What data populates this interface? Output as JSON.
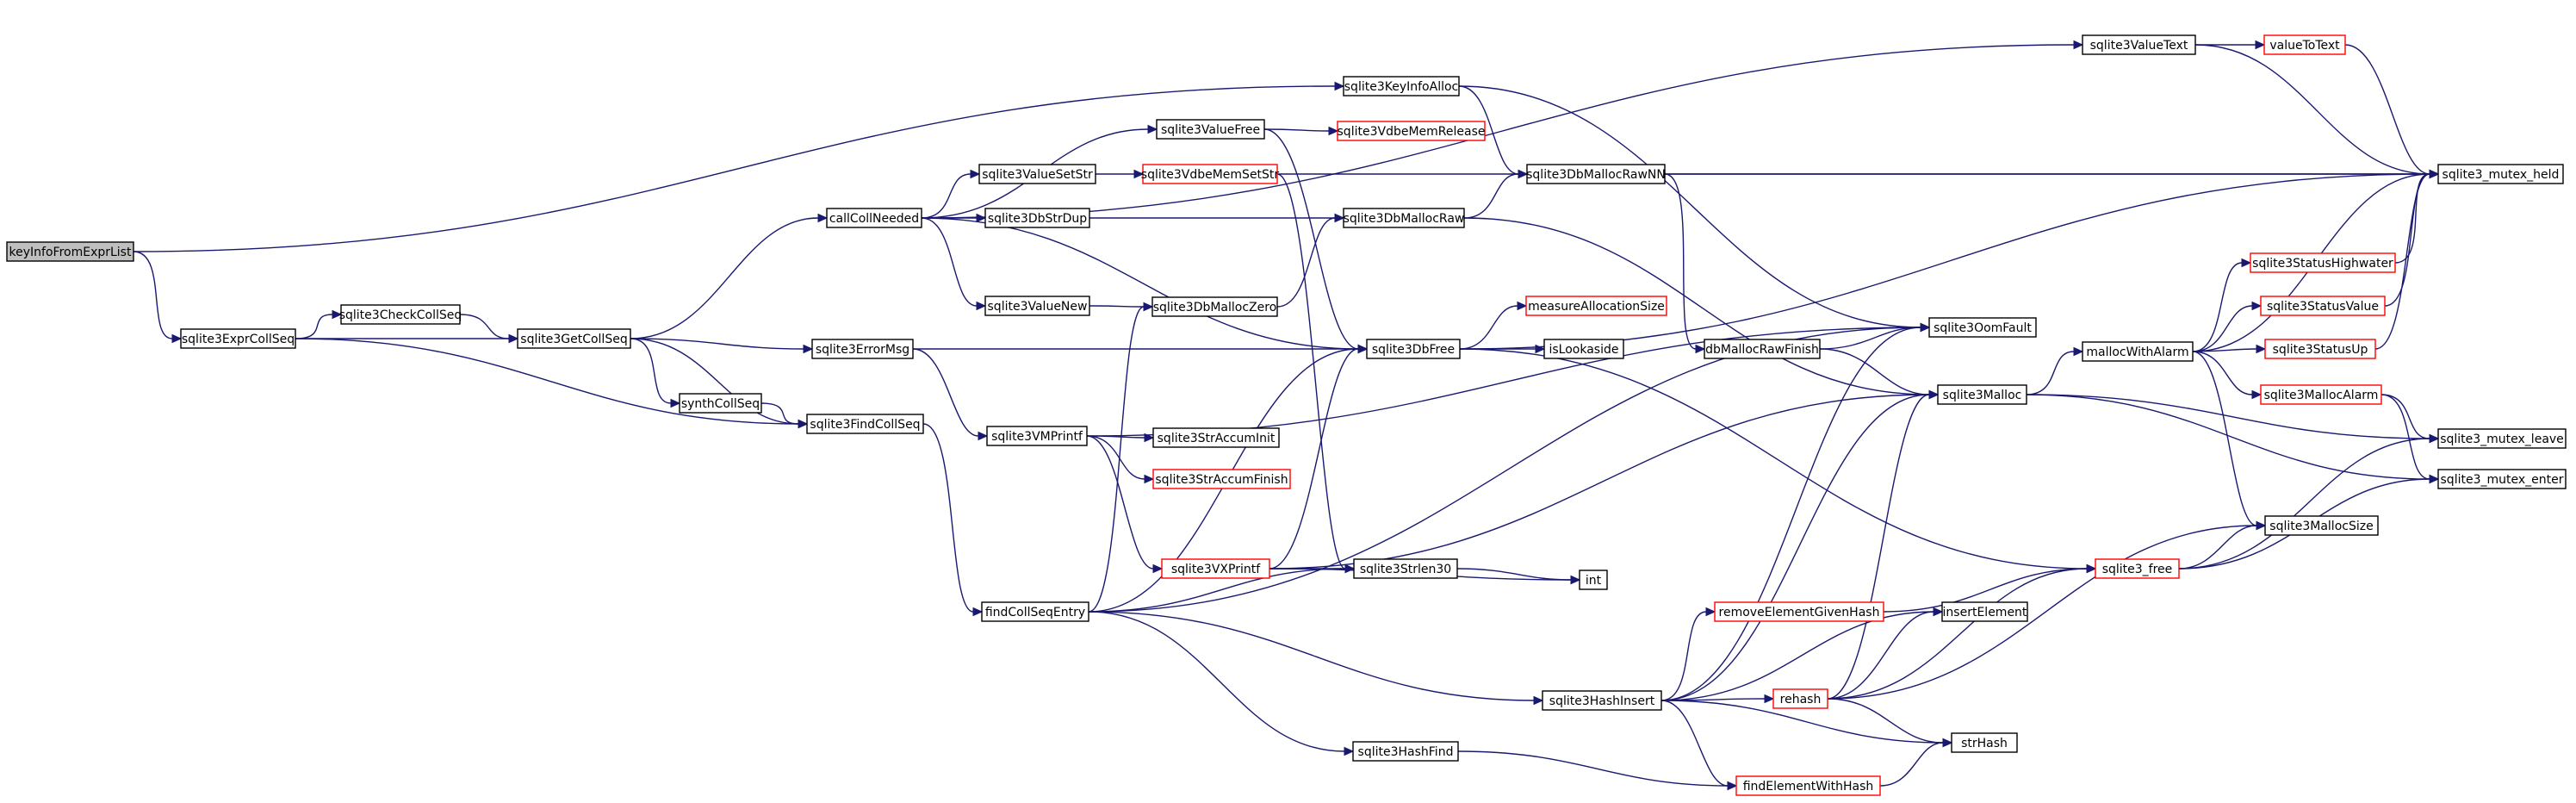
{
  "colors": {
    "edge": "#191970",
    "node_border": "#000000",
    "node_border_truncated": "#ff0000",
    "node_fill": "#ffffff",
    "root_fill": "#bfbfbf"
  },
  "nodes": [
    {
      "id": "keyInfoFromExprList",
      "label": "keyInfoFromExprList",
      "style": "root"
    },
    {
      "id": "sqlite3ExprCollSeq",
      "label": "sqlite3ExprCollSeq",
      "style": "normal"
    },
    {
      "id": "sqlite3KeyInfoAlloc",
      "label": "sqlite3KeyInfoAlloc",
      "style": "normal"
    },
    {
      "id": "sqlite3CheckCollSeq",
      "label": "sqlite3CheckCollSeq",
      "style": "normal"
    },
    {
      "id": "sqlite3GetCollSeq",
      "label": "sqlite3GetCollSeq",
      "style": "normal"
    },
    {
      "id": "sqlite3FindCollSeq",
      "label": "sqlite3FindCollSeq",
      "style": "normal"
    },
    {
      "id": "callCollNeeded",
      "label": "callCollNeeded",
      "style": "normal"
    },
    {
      "id": "synthCollSeq",
      "label": "synthCollSeq",
      "style": "normal"
    },
    {
      "id": "sqlite3ErrorMsg",
      "label": "sqlite3ErrorMsg",
      "style": "normal"
    },
    {
      "id": "findCollSeqEntry",
      "label": "findCollSeqEntry",
      "style": "normal"
    },
    {
      "id": "sqlite3ValueFree",
      "label": "sqlite3ValueFree",
      "style": "normal"
    },
    {
      "id": "sqlite3ValueSetStr",
      "label": "sqlite3ValueSetStr",
      "style": "normal"
    },
    {
      "id": "sqlite3DbStrDup",
      "label": "sqlite3DbStrDup",
      "style": "normal"
    },
    {
      "id": "sqlite3ValueNew",
      "label": "sqlite3ValueNew",
      "style": "normal"
    },
    {
      "id": "sqlite3VMPrintf",
      "label": "sqlite3VMPrintf",
      "style": "normal"
    },
    {
      "id": "sqlite3StrAccumInit",
      "label": "sqlite3StrAccumInit",
      "style": "normal"
    },
    {
      "id": "sqlite3StrAccumFinish",
      "label": "sqlite3StrAccumFinish",
      "style": "truncated"
    },
    {
      "id": "sqlite3VXPrintf",
      "label": "sqlite3VXPrintf",
      "style": "truncated"
    },
    {
      "id": "sqlite3VdbeMemSetStr",
      "label": "sqlite3VdbeMemSetStr",
      "style": "truncated"
    },
    {
      "id": "sqlite3VdbeMemRelease",
      "label": "sqlite3VdbeMemRelease",
      "style": "truncated"
    },
    {
      "id": "sqlite3DbMallocZero",
      "label": "sqlite3DbMallocZero",
      "style": "normal"
    },
    {
      "id": "sqlite3DbMallocRaw",
      "label": "sqlite3DbMallocRaw",
      "style": "normal"
    },
    {
      "id": "sqlite3DbMallocRawNN",
      "label": "sqlite3DbMallocRawNN",
      "style": "normal"
    },
    {
      "id": "sqlite3DbFree",
      "label": "sqlite3DbFree",
      "style": "normal"
    },
    {
      "id": "measureAllocationSize",
      "label": "measureAllocationSize",
      "style": "truncated"
    },
    {
      "id": "isLookaside",
      "label": "isLookaside",
      "style": "normal"
    },
    {
      "id": "sqlite3Strlen30",
      "label": "sqlite3Strlen30",
      "style": "normal"
    },
    {
      "id": "int",
      "label": "int",
      "style": "normal"
    },
    {
      "id": "sqlite3HashFind",
      "label": "sqlite3HashFind",
      "style": "normal"
    },
    {
      "id": "sqlite3HashInsert",
      "label": "sqlite3HashInsert",
      "style": "normal"
    },
    {
      "id": "sqlite3ValueText",
      "label": "sqlite3ValueText",
      "style": "normal"
    },
    {
      "id": "valueToText",
      "label": "valueToText",
      "style": "truncated"
    },
    {
      "id": "dbMallocRawFinish",
      "label": "dbMallocRawFinish",
      "style": "normal"
    },
    {
      "id": "sqlite3OomFault",
      "label": "sqlite3OomFault",
      "style": "normal"
    },
    {
      "id": "sqlite3Malloc",
      "label": "sqlite3Malloc",
      "style": "normal"
    },
    {
      "id": "removeElementGivenHash",
      "label": "removeElementGivenHash",
      "style": "truncated"
    },
    {
      "id": "insertElement",
      "label": "insertElement",
      "style": "normal"
    },
    {
      "id": "rehash",
      "label": "rehash",
      "style": "truncated"
    },
    {
      "id": "strHash",
      "label": "strHash",
      "style": "normal"
    },
    {
      "id": "findElementWithHash",
      "label": "findElementWithHash",
      "style": "truncated"
    },
    {
      "id": "mallocWithAlarm",
      "label": "mallocWithAlarm",
      "style": "normal"
    },
    {
      "id": "sqlite3_free",
      "label": "sqlite3_free",
      "style": "truncated"
    },
    {
      "id": "sqlite3StatusHighwater",
      "label": "sqlite3StatusHighwater",
      "style": "truncated"
    },
    {
      "id": "sqlite3StatusValue",
      "label": "sqlite3StatusValue",
      "style": "truncated"
    },
    {
      "id": "sqlite3StatusUp",
      "label": "sqlite3StatusUp",
      "style": "truncated"
    },
    {
      "id": "sqlite3MallocAlarm",
      "label": "sqlite3MallocAlarm",
      "style": "truncated"
    },
    {
      "id": "sqlite3MallocSize",
      "label": "sqlite3MallocSize",
      "style": "normal"
    },
    {
      "id": "sqlite3_mutex_held",
      "label": "sqlite3_mutex_held",
      "style": "normal"
    },
    {
      "id": "sqlite3_mutex_leave",
      "label": "sqlite3_mutex_leave",
      "style": "normal"
    },
    {
      "id": "sqlite3_mutex_enter",
      "label": "sqlite3_mutex_enter",
      "style": "normal"
    }
  ],
  "edges": [
    [
      "keyInfoFromExprList",
      "sqlite3ExprCollSeq"
    ],
    [
      "keyInfoFromExprList",
      "sqlite3KeyInfoAlloc"
    ],
    [
      "sqlite3ExprCollSeq",
      "sqlite3CheckCollSeq"
    ],
    [
      "sqlite3ExprCollSeq",
      "sqlite3GetCollSeq"
    ],
    [
      "sqlite3ExprCollSeq",
      "sqlite3FindCollSeq"
    ],
    [
      "sqlite3CheckCollSeq",
      "sqlite3GetCollSeq"
    ],
    [
      "sqlite3GetCollSeq",
      "callCollNeeded"
    ],
    [
      "sqlite3GetCollSeq",
      "sqlite3ErrorMsg"
    ],
    [
      "sqlite3GetCollSeq",
      "synthCollSeq"
    ],
    [
      "sqlite3GetCollSeq",
      "sqlite3FindCollSeq"
    ],
    [
      "synthCollSeq",
      "sqlite3FindCollSeq"
    ],
    [
      "sqlite3FindCollSeq",
      "findCollSeqEntry"
    ],
    [
      "callCollNeeded",
      "sqlite3ValueText"
    ],
    [
      "callCollNeeded",
      "sqlite3ValueFree"
    ],
    [
      "callCollNeeded",
      "sqlite3ValueSetStr"
    ],
    [
      "callCollNeeded",
      "sqlite3DbStrDup"
    ],
    [
      "callCollNeeded",
      "sqlite3DbFree"
    ],
    [
      "callCollNeeded",
      "sqlite3ValueNew"
    ],
    [
      "sqlite3KeyInfoAlloc",
      "sqlite3DbMallocRawNN"
    ],
    [
      "sqlite3KeyInfoAlloc",
      "sqlite3OomFault"
    ],
    [
      "sqlite3ValueFree",
      "sqlite3VdbeMemRelease"
    ],
    [
      "sqlite3ValueFree",
      "sqlite3DbFree"
    ],
    [
      "sqlite3ValueSetStr",
      "sqlite3VdbeMemSetStr"
    ],
    [
      "sqlite3VdbeMemSetStr",
      "sqlite3_mutex_held"
    ],
    [
      "sqlite3VdbeMemSetStr",
      "sqlite3Strlen30"
    ],
    [
      "sqlite3DbStrDup",
      "sqlite3DbMallocRaw"
    ],
    [
      "sqlite3ValueNew",
      "sqlite3DbMallocZero"
    ],
    [
      "sqlite3DbMallocZero",
      "sqlite3DbMallocRaw"
    ],
    [
      "sqlite3DbMallocRaw",
      "sqlite3DbMallocRawNN"
    ],
    [
      "sqlite3DbMallocRaw",
      "sqlite3Malloc"
    ],
    [
      "sqlite3DbMallocRawNN",
      "sqlite3_mutex_held"
    ],
    [
      "sqlite3DbMallocRawNN",
      "dbMallocRawFinish"
    ],
    [
      "sqlite3ErrorMsg",
      "sqlite3DbFree"
    ],
    [
      "sqlite3ErrorMsg",
      "sqlite3VMPrintf"
    ],
    [
      "sqlite3VMPrintf",
      "sqlite3StrAccumInit"
    ],
    [
      "sqlite3VMPrintf",
      "sqlite3StrAccumFinish"
    ],
    [
      "sqlite3VMPrintf",
      "sqlite3VXPrintf"
    ],
    [
      "sqlite3VMPrintf",
      "sqlite3OomFault"
    ],
    [
      "sqlite3VXPrintf",
      "sqlite3DbFree"
    ],
    [
      "sqlite3VXPrintf",
      "sqlite3Strlen30"
    ],
    [
      "sqlite3VXPrintf",
      "int"
    ],
    [
      "sqlite3VXPrintf",
      "sqlite3Malloc"
    ],
    [
      "sqlite3Strlen30",
      "int"
    ],
    [
      "sqlite3DbFree",
      "sqlite3_mutex_held"
    ],
    [
      "sqlite3DbFree",
      "measureAllocationSize"
    ],
    [
      "sqlite3DbFree",
      "isLookaside"
    ],
    [
      "sqlite3DbFree",
      "sqlite3_free"
    ],
    [
      "findCollSeqEntry",
      "sqlite3DbMallocZero"
    ],
    [
      "findCollSeqEntry",
      "sqlite3DbFree"
    ],
    [
      "findCollSeqEntry",
      "sqlite3Strlen30"
    ],
    [
      "findCollSeqEntry",
      "sqlite3OomFault"
    ],
    [
      "findCollSeqEntry",
      "sqlite3HashInsert"
    ],
    [
      "findCollSeqEntry",
      "sqlite3HashFind"
    ],
    [
      "sqlite3HashFind",
      "findElementWithHash"
    ],
    [
      "sqlite3HashInsert",
      "removeElementGivenHash"
    ],
    [
      "sqlite3HashInsert",
      "insertElement"
    ],
    [
      "sqlite3HashInsert",
      "rehash"
    ],
    [
      "sqlite3HashInsert",
      "strHash"
    ],
    [
      "sqlite3HashInsert",
      "findElementWithHash"
    ],
    [
      "sqlite3HashInsert",
      "sqlite3Malloc"
    ],
    [
      "sqlite3HashInsert",
      "sqlite3OomFault"
    ],
    [
      "removeElementGivenHash",
      "sqlite3_free"
    ],
    [
      "rehash",
      "sqlite3Malloc"
    ],
    [
      "rehash",
      "sqlite3_free"
    ],
    [
      "rehash",
      "insertElement"
    ],
    [
      "rehash",
      "strHash"
    ],
    [
      "rehash",
      "sqlite3MallocSize"
    ],
    [
      "findElementWithHash",
      "strHash"
    ],
    [
      "sqlite3ValueText",
      "valueToText"
    ],
    [
      "sqlite3ValueText",
      "sqlite3_mutex_held"
    ],
    [
      "valueToText",
      "sqlite3_mutex_held"
    ],
    [
      "dbMallocRawFinish",
      "sqlite3OomFault"
    ],
    [
      "dbMallocRawFinish",
      "sqlite3Malloc"
    ],
    [
      "sqlite3Malloc",
      "mallocWithAlarm"
    ],
    [
      "sqlite3Malloc",
      "sqlite3_mutex_enter"
    ],
    [
      "sqlite3Malloc",
      "sqlite3_mutex_leave"
    ],
    [
      "mallocWithAlarm",
      "sqlite3_mutex_held"
    ],
    [
      "mallocWithAlarm",
      "sqlite3StatusHighwater"
    ],
    [
      "mallocWithAlarm",
      "sqlite3StatusValue"
    ],
    [
      "mallocWithAlarm",
      "sqlite3StatusUp"
    ],
    [
      "mallocWithAlarm",
      "sqlite3MallocAlarm"
    ],
    [
      "mallocWithAlarm",
      "sqlite3MallocSize"
    ],
    [
      "sqlite3StatusHighwater",
      "sqlite3_mutex_held"
    ],
    [
      "sqlite3StatusValue",
      "sqlite3_mutex_held"
    ],
    [
      "sqlite3StatusUp",
      "sqlite3_mutex_held"
    ],
    [
      "sqlite3MallocAlarm",
      "sqlite3_mutex_leave"
    ],
    [
      "sqlite3MallocAlarm",
      "sqlite3_mutex_enter"
    ],
    [
      "sqlite3_free",
      "sqlite3MallocSize"
    ],
    [
      "sqlite3_free",
      "sqlite3_mutex_enter"
    ],
    [
      "sqlite3_free",
      "sqlite3_mutex_leave"
    ]
  ]
}
